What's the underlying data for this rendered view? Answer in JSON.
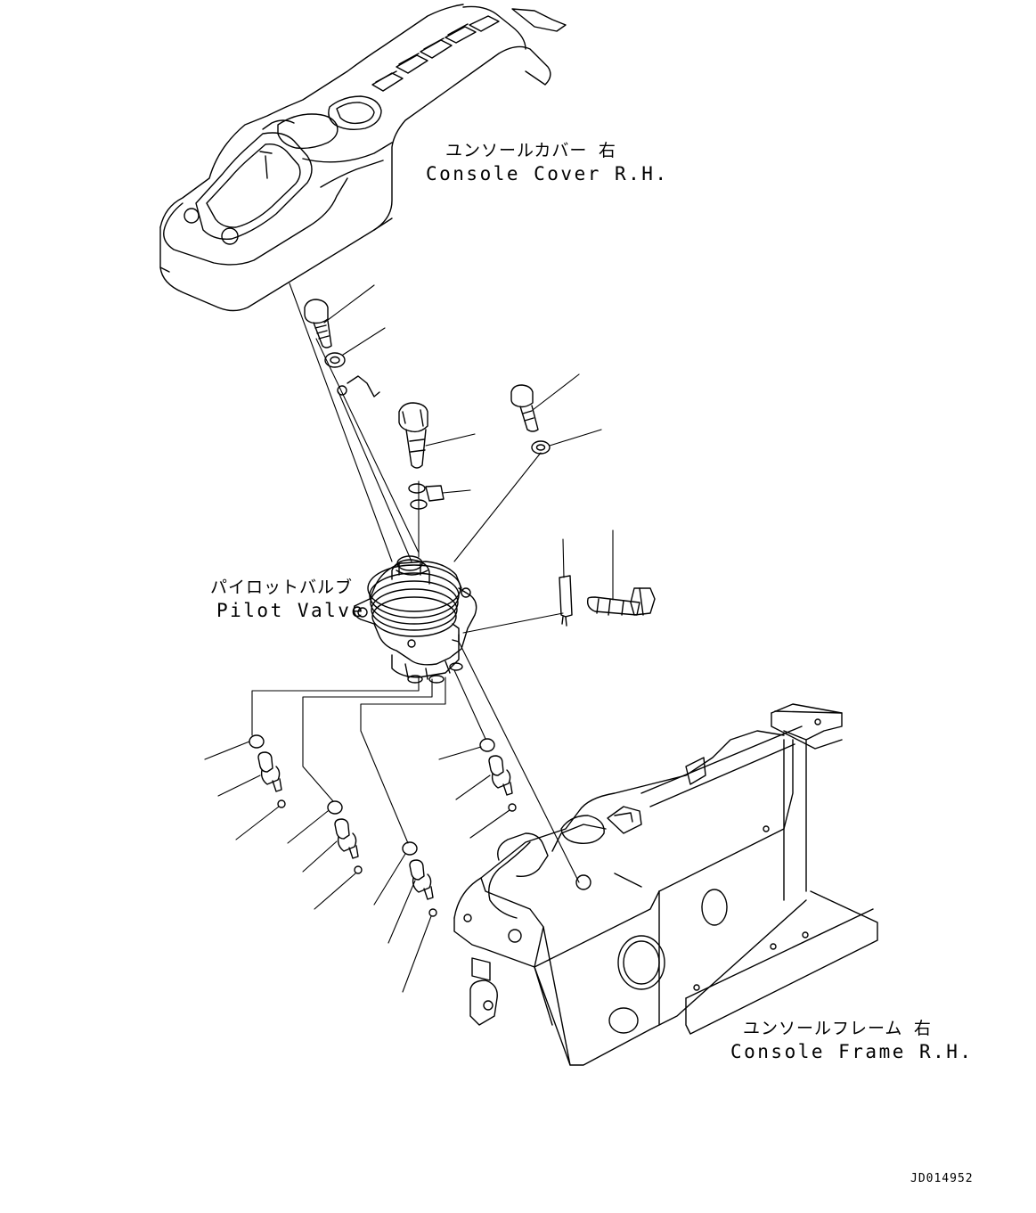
{
  "labels": {
    "console_cover": {
      "jp": "ユンソールカバー 右",
      "en": "Console Cover R.H."
    },
    "pilot_valve": {
      "jp": "パイロットバルブ",
      "en": "Pilot Valve"
    },
    "console_frame": {
      "jp": "ユンソールフレーム 右",
      "en": "Console Frame R.H."
    },
    "drawing_code": "JD014952"
  },
  "colors": {
    "line": "#000000",
    "background": "#ffffff"
  }
}
